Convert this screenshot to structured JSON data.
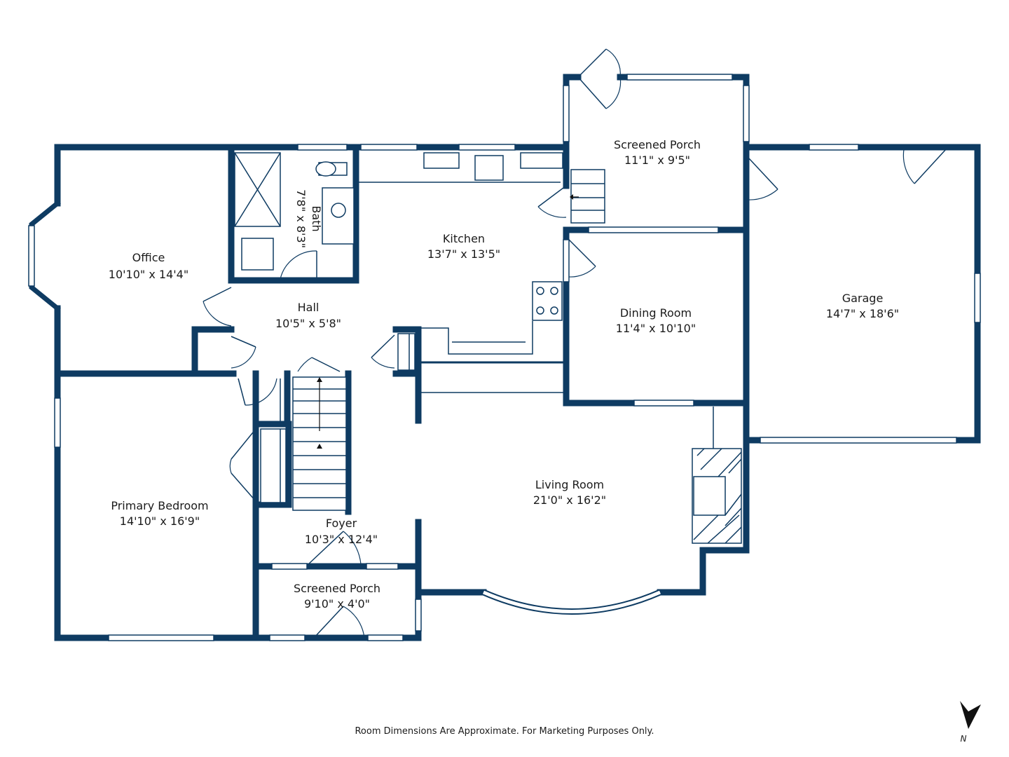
{
  "rooms": {
    "screened_porch_top": {
      "name": "Screened Porch",
      "dims": "11'1\" x 9'5\""
    },
    "office": {
      "name": "Office",
      "dims": "10'10\" x 14'4\""
    },
    "bath": {
      "name": "Bath",
      "dims": "7'8\" x 8'3\""
    },
    "kitchen": {
      "name": "Kitchen",
      "dims": "13'7\" x 13'5\""
    },
    "hall": {
      "name": "Hall",
      "dims": "10'5\" x 5'8\""
    },
    "dining_room": {
      "name": "Dining Room",
      "dims": "11'4\" x 10'10\""
    },
    "garage": {
      "name": "Garage",
      "dims": "14'7\" x 18'6\""
    },
    "primary_bedroom": {
      "name": "Primary Bedroom",
      "dims": "14'10\" x 16'9\""
    },
    "living_room": {
      "name": "Living Room",
      "dims": "21'0\" x 16'2\""
    },
    "foyer": {
      "name": "Foyer",
      "dims": "10'3\" x 12'4\""
    },
    "screened_porch_bottom": {
      "name": "Screened Porch",
      "dims": "9'10\" x 4'0\""
    }
  },
  "disclaimer": "Room Dimensions Are Approximate. For Marketing Purposes Only.",
  "compass": {
    "label": "N",
    "icon": "north-arrow-icon"
  },
  "colors": {
    "wall": "#0e3b62",
    "background": "#ffffff"
  }
}
